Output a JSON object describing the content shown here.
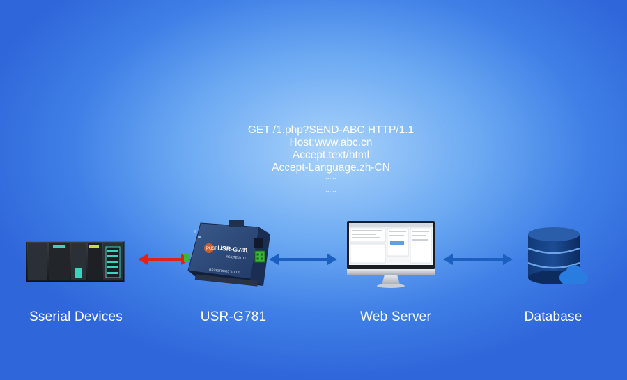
{
  "request": {
    "lines": [
      "GET /1.php?SEND-ABC HTTP/1.1",
      "Host:www.abc.cn",
      "Accept.text/html",
      "Accept-Language.zh-CN"
    ],
    "ellipsis": [
      "......",
      "......",
      "......"
    ]
  },
  "nodes": {
    "serial_devices": "Sserial Devices",
    "usr_g781": "USR-G781",
    "web_server": "Web Server",
    "database": "Database"
  },
  "device_text": {
    "brand": "PUSR",
    "model": "USR-G781",
    "type": "4G LTE DTU",
    "interface": "RS232/RS485 To LTE"
  },
  "colors": {
    "arrow_red": "#d8261e",
    "arrow_blue": "#1b5fc0",
    "device_body": "#22385f",
    "terminal_green": "#3cb43c",
    "db_dark": "#0e2f66",
    "cloud": "#2a7de0"
  }
}
